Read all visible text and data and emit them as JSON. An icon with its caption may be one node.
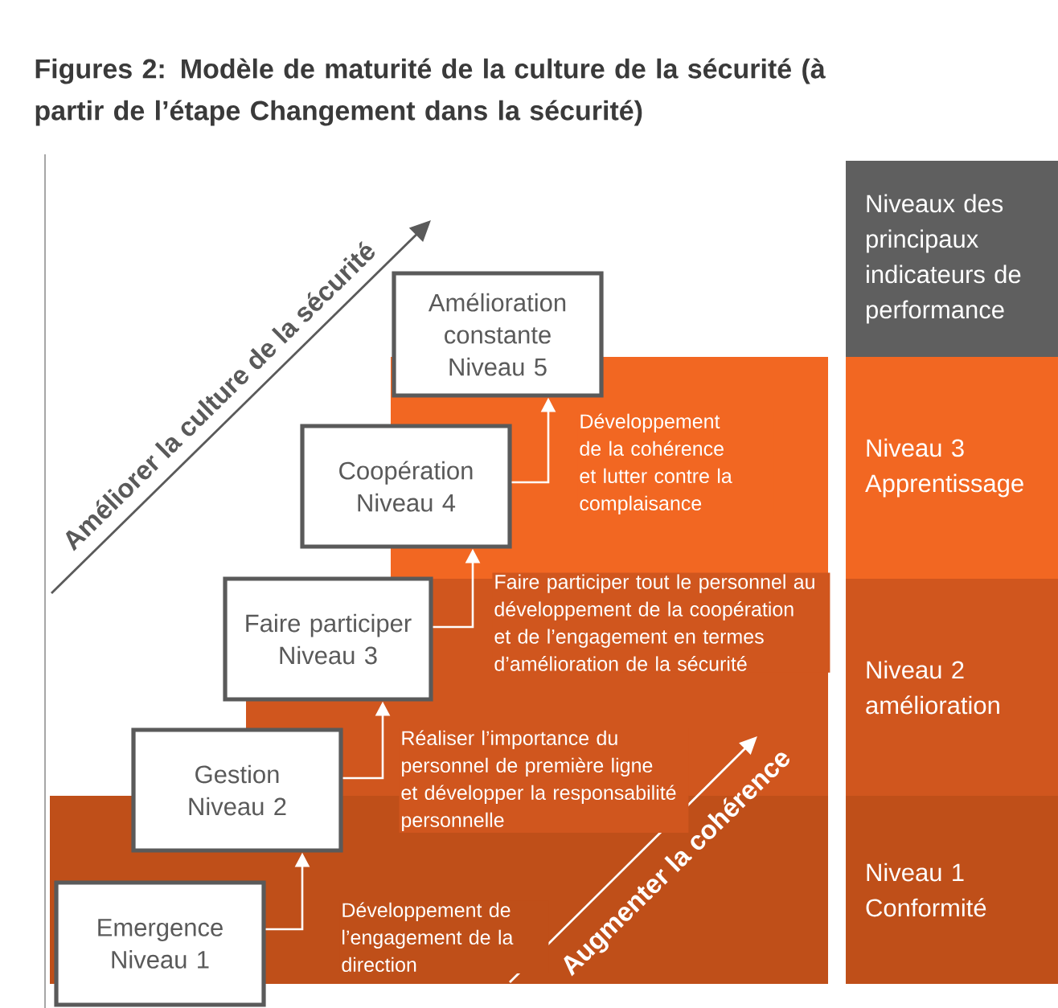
{
  "diagram": {
    "title": "Figures 2: Modèle de maturité de la culture de la sécurité (à partir de l’étape Changement dans la sécurité)",
    "nodes": [
      {
        "text": [
          "Amélioration constante",
          "Niveau 5"
        ]
      },
      {
        "text": [
          "Coopération",
          "Niveau 4"
        ]
      },
      {
        "text": [
          "Faire participer",
          "Niveau 3"
        ]
      },
      {
        "text": [
          "Gestion",
          "Niveau 2"
        ]
      },
      {
        "text": [
          "Emergence",
          "Niveau 1"
        ]
      },
      {
        "text": [
          "Niveaux des principaux indicateurs de performance"
        ]
      },
      {
        "text": [
          "Niveau 3 Apprentissage"
        ]
      },
      {
        "text": [
          "Niveau 2 amélioration"
        ]
      },
      {
        "text": [
          "Niveau 1 Conformité"
        ]
      }
    ],
    "edges": [
      {
        "from": 4,
        "to": 3,
        "arrow": "to",
        "label": "Développement de l’engagement de la direction",
        "color": "#ffffff"
      },
      {
        "from": 3,
        "to": 2,
        "arrow": "to",
        "label": "Réaliser l’importance du personnel de première ligne et développer la responsabilité personnelle",
        "color": "#ffffff"
      },
      {
        "from": 2,
        "to": 1,
        "arrow": "to",
        "label": "Faire participer tout le personnel au développement de la coopération et de l’engagement en termes d’amélioration de la sécurité",
        "color": "#ffffff"
      },
      {
        "from": 1,
        "to": 0,
        "arrow": "to",
        "label": "Développement de la cohérence et lutter contre la complaisance",
        "color": "#ffffff"
      }
    ],
    "labels": [
      "Améliorer la culture de la sécurité",
      "Augmenter la cohérence"
    ]
  }
}
